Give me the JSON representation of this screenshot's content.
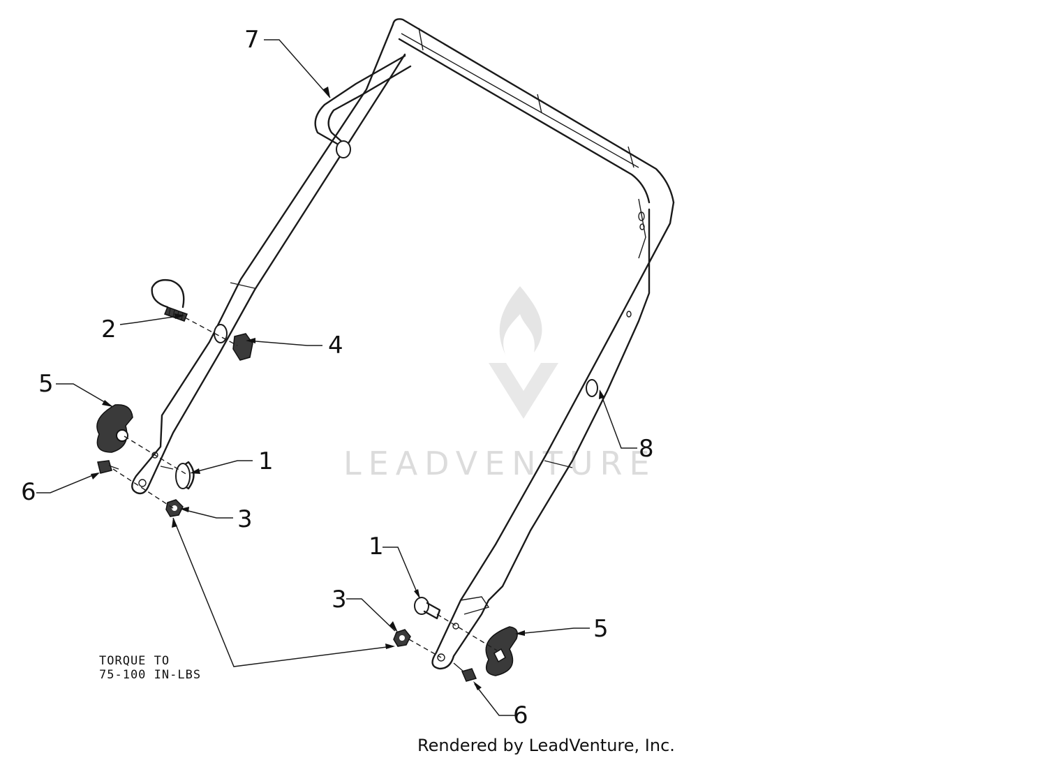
{
  "callouts": [
    {
      "id": "7",
      "text": "7"
    },
    {
      "id": "2",
      "text": "2"
    },
    {
      "id": "4",
      "text": "4"
    },
    {
      "id": "5a",
      "text": "5"
    },
    {
      "id": "1a",
      "text": "1"
    },
    {
      "id": "6a",
      "text": "6"
    },
    {
      "id": "3a",
      "text": "3"
    },
    {
      "id": "8",
      "text": "8"
    },
    {
      "id": "1b",
      "text": "1"
    },
    {
      "id": "3b",
      "text": "3"
    },
    {
      "id": "5b",
      "text": "5"
    },
    {
      "id": "6b",
      "text": "6"
    }
  ],
  "note": {
    "line1": "TORQUE TO",
    "line2": "75-100 IN-LBS"
  },
  "footer": "Rendered by LeadVenture, Inc.",
  "watermark": "LEADVENTURE"
}
